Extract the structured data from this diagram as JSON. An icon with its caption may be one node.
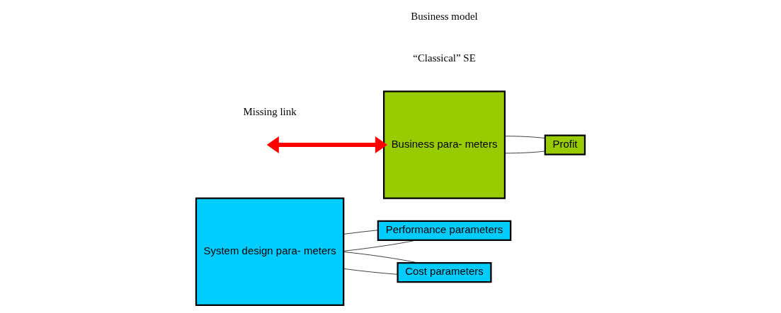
{
  "diagram": {
    "nodes": [
      {
        "text": [
          "System design para- meters"
        ]
      },
      {
        "text": [
          "Performance parameters"
        ]
      },
      {
        "text": [
          "Cost parameters"
        ]
      },
      {
        "text": [
          "Business para- meters"
        ]
      },
      {
        "text": [
          "Profit"
        ]
      }
    ],
    "edges": [
      {
        "from": 0,
        "to": 1,
        "arrow": "none"
      },
      {
        "from": 0,
        "to": 2,
        "arrow": "none"
      },
      {
        "from": 0,
        "to": 1,
        "arrow": "none"
      },
      {
        "from": 0,
        "to": 2,
        "arrow": "none"
      },
      {
        "from": null,
        "to": 3,
        "arrow": "both",
        "style": "thick",
        "color": "#ff0000"
      },
      {
        "from": 3,
        "to": 4,
        "arrow": "none"
      },
      {
        "from": 3,
        "to": 4,
        "arrow": "none"
      }
    ],
    "labels": [
      "“Classical” SE",
      "Missing link",
      "Business model"
    ]
  }
}
